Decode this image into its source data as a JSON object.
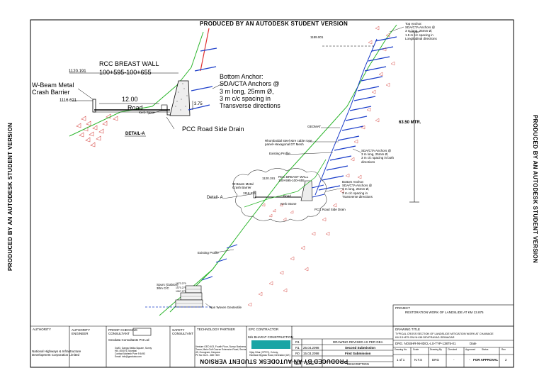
{
  "watermark": {
    "top": "PRODUCED BY AN AUTODESK STUDENT VERSION",
    "bottom": "PRODUCED BY AN AUTODESK STUDENT VERSION",
    "left": "PRODUCED BY AN AUTODESK STUDENT VERSION",
    "right": "PRODUCED BY AN AUTODESK STUDENT VERSION"
  },
  "detail_a": {
    "wall_label": "RCC BREAST WALL",
    "wall_dims": "100+595-100+655",
    "level_top": "1120.191",
    "level_road": "1116.621",
    "crash_barrier": "W-Beam Metal\nCrash Barrier",
    "kerb": "Kerb Stone",
    "road_width": "12.00",
    "road": "Road",
    "height": "3.75",
    "bottom_anchor": "Bottom Anchor:\nSDA/CTA Anchors @\n3 m long, 25mm Ø,\n3 m c/c spacing in\nTransverse directions",
    "drain": "PCC Road Side Drain",
    "title": "DETAIL-A"
  },
  "main": {
    "top_level": "1189.001",
    "top_anchor": "Top Anchor:\nSDA/CTA Anchors @\n3 m long, 25mm Ø,\n1.5 m c/c spacing in\nLongitudinal directions",
    "geomat": "GEOMAT",
    "height": "63.50 MTR.",
    "wire_rope": "Rhomboidal steel wire cable rope\npanel+Hexagonal DT Mesh",
    "existing_profile": "Existing Profile",
    "both_anchor": "SDA/CTA Anchors @\n3 m long, 25mm Ø,\n3 m c/c spacing in both\ndirections",
    "bottom_anchor": "Bottom Anchor:\nSDA/CTA Anchors @\n3 m long, 25mm Ø,\n3 m c/c spacing in\nTransverse directions",
    "small_wall": "RCC BREAST WALL\n100+595-100+655",
    "small_level_top": "1120.191",
    "small_level_road": "1116.621",
    "small_barrier": "W-Beam Metal\nCrash Barrier",
    "small_road": "Road",
    "small_kerb": "Kerb Stone",
    "small_drain": "PCC Road Side Drain",
    "detail_ref": "Detail- A",
    "existing_profile_lower": "Existing Profile",
    "spurs": "Spurs (Gabion)\n30m C/C",
    "spur_levels": "1073.279\n1070.279\n1067.279",
    "geotextile": "Non Woven Geotextile"
  },
  "title_block": {
    "authority": "AUTHORITY",
    "authority_engineer": "AUTHORITY\nENGINEER",
    "proof_checking": "PROOF CHECKING\nCONSULTANT",
    "safety": "SAFETY\nCONSULTANT",
    "technology_partner": "TECHNOLOGY PARTNER",
    "epc_contractor": "EPC CONTRACTOR",
    "client": "National Highways & Infrastructure\nDevelopment Corporation Limited",
    "consultant": "Geodata Consultants Pvt Ltd",
    "consultant_addr": "Gulf3, Ganga Vatika Square, Sunny\nHill, 400076, Mumbai\nContact Mahesh Pore 9 5493\nEmail: info@geodata.com",
    "partner_addr": "Venture GEO 403, Fourth Floor, Sunny Business\nTower, Main Golf Course Extension Road, Sector\n49, Gurugram, Haryana\nPh No 0124 - 488 7400",
    "epc_name": "M/s BHARAT CONSTRUCTION",
    "epc_addr": "Vijay Vihar (CPPO), Colony,\nHaridwar Bypass Road, Dehradun (UK)",
    "rev_header": "R1",
    "rev_desc_header": "DRAWING REVISED AS PER DEA",
    "rev_rows": [
      {
        "rev": "R1",
        "date": "26.04.2098",
        "desc": "Second Submission"
      },
      {
        "rev": "R0",
        "date": "15.03.2098",
        "desc": "First Submission"
      }
    ],
    "col_rev": "REV",
    "col_date": "DATE",
    "col_desc": "DESCRIPTION",
    "project_label": "PROJECT",
    "project": "RESTORATION WORK OF LANDSLIDE AT KM 13.875",
    "drawing_title_label": "DRAWING TITLE",
    "drawing_title": "TYPICAL CROSS SECTION OF LANDSLIDE MITIGATION WORK AT CHAINAGE\nKM 13+875 ON NH-58 DEVPRAYAG-SRINAGAR",
    "drg_no_label": "DRG. NO.",
    "drg_no": "BHR-NHIDCL-LS-TYP-13875-01",
    "date_label": "Date",
    "cols": [
      "Drawing No.",
      "Scale",
      "Drawing By",
      "Checked",
      "Approved",
      "Status",
      "Rev"
    ],
    "values": [
      "1 of 1",
      "N.T.S",
      "DRG",
      "-",
      "-",
      "FOR APPROVAL",
      "2"
    ]
  }
}
